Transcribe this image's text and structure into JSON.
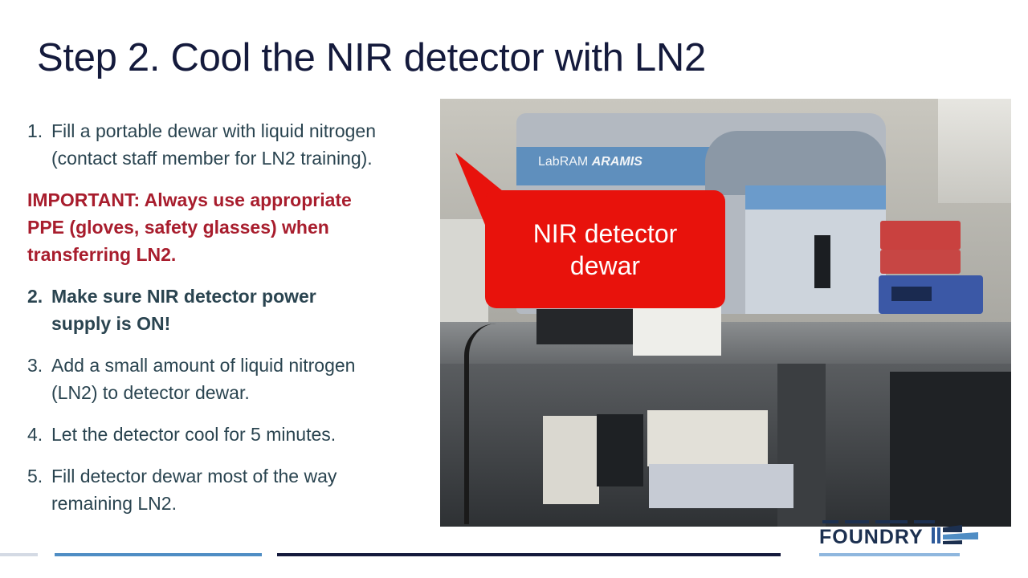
{
  "slide": {
    "title": "Step 2. Cool the NIR detector with LN2",
    "steps": [
      {
        "number": "1.",
        "line1": "Fill a portable dewar with liquid nitrogen",
        "line2": "(contact staff member for LN2 training)."
      },
      {
        "number": "2.",
        "line1": "Make sure NIR detector power",
        "line2": "supply is ON!"
      },
      {
        "number": "3.",
        "line1": "Add a small amount of liquid nitrogen",
        "line2": "(LN2) to detector dewar."
      },
      {
        "number": "4.",
        "line1": "Let the detector cool for 5 minutes.",
        "line2": ""
      },
      {
        "number": "5.",
        "line1": "Fill detector dewar most of the way",
        "line2": "remaining LN2."
      }
    ],
    "warning": {
      "line1": "IMPORTANT: Always use appropriate",
      "line2": "PPE (gloves, safety glasses) when",
      "line3": "transferring LN2."
    },
    "photo": {
      "instrument_brand": "LabRAM",
      "instrument_model": "ARAMIS"
    },
    "callout": {
      "line1": "NIR detector",
      "line2": "dewar",
      "color": "#e8120c"
    },
    "logo": {
      "text": "FOUNDRY",
      "mark": "foundry-logo-mark"
    },
    "colors": {
      "title": "#141a3c",
      "body_text": "#2a4450",
      "warning": "#a81d2d",
      "accent_blue": "#4f8dc4",
      "navy": "#141a3c"
    }
  }
}
